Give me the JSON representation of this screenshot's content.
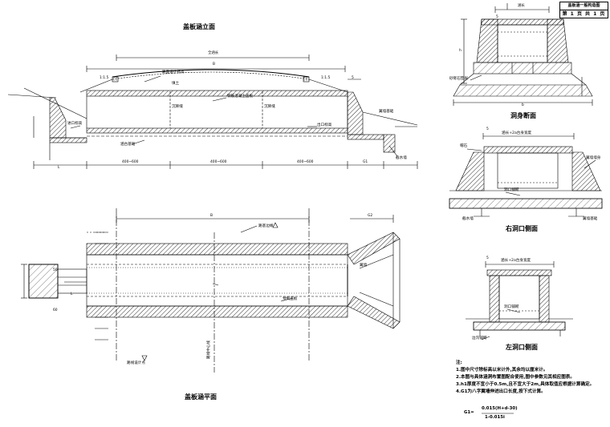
{
  "titles": {
    "elevation": "盖板涵立面",
    "plan": "盖板涵平面",
    "section": "洞身断面",
    "right_end": "右洞口侧面",
    "left_end": "左洞口侧面"
  },
  "title_block": {
    "name": "盖板涵一般构造图",
    "page": "第 1 页 共 1 页"
  },
  "labels": {
    "full_length": "全涵长",
    "B": "B",
    "road_design_level": "路面设计标高",
    "fill": "填土",
    "cover_slab": "钢筋混凝土盖板",
    "settlement_joint_left": "沉降缝",
    "settlement_joint_right": "沉降缝",
    "inlet_elev": "进口标高",
    "outlet_elev": "出口标高",
    "foundation": "涵台基础",
    "wingwall_base_right": "翼墙基础",
    "paving_stop": "截水墙",
    "slope_left": "1:1.5",
    "slope_right": "1:1.5",
    "wingwall": "翼墙",
    "road_center_point": "路线设计点",
    "road_center_line": "路线中心线",
    "precast_slab": "预制盖板",
    "road_fill_edge": "路基边缘",
    "sec_width": "涵长",
    "sec_b": "b",
    "sec_h": "h",
    "sec_mortar": "砂砾石垫层",
    "right_top": "涵长+2a台身宽度",
    "right_cap": "帽石",
    "right_wing": "翼墙墙身",
    "right_opening": "洞口铺砌",
    "right_base": "翼墙基础",
    "right_cutoff": "截水墙",
    "left_top": "涵长+2a台身宽度",
    "left_opening": "洞口铺砌",
    "left_paving": "边沟铺砌",
    "dim_L": "L",
    "dim_G1": "G1",
    "dim_G2": "G2",
    "dim_seg1": "400~600",
    "dim_seg2": "400~600",
    "dim_seg3": "400~600",
    "dim_50": "50",
    "dim_60": "60",
    "dim_5_a": "5",
    "dim_5_b": "5",
    "dim_5_c": "5",
    "dim_5_d": "5"
  },
  "notes": {
    "title": "注:",
    "items": [
      "1.图中尺寸除标高以米计外,其余均以厘米计。",
      "2.本图与具体涵洞布置图配合使用,图中参数见其相应图表。",
      "3.h1厚度不宜小于0.5m,且不宜大于2m,具体取值应根据计算确定。",
      "4.G1为八字翼墙伸进出口长度,按下式计算。"
    ],
    "formula_lhs": "G1=",
    "formula_num": "0.015(H+d-30)",
    "formula_den": "1-0.015i"
  }
}
